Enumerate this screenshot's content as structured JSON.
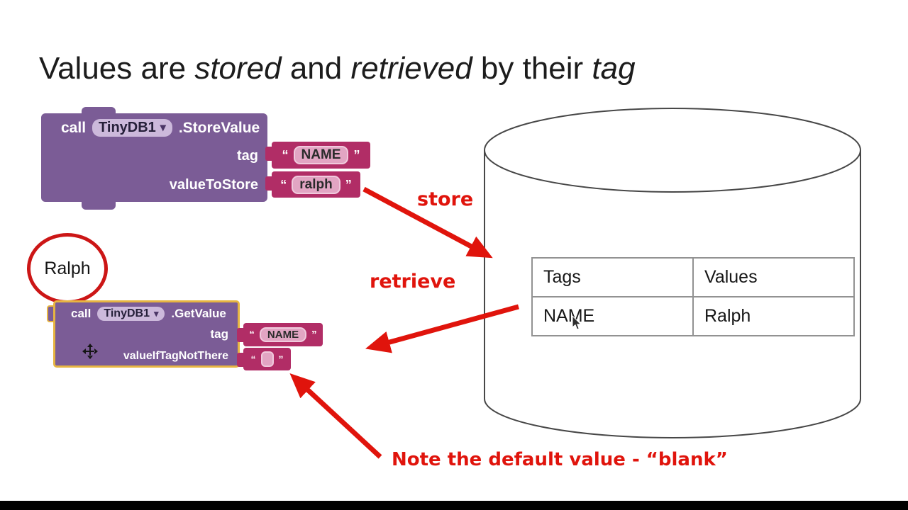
{
  "title": {
    "segments": [
      "Values are ",
      "stored",
      " and ",
      "retrieved",
      " by their ",
      "tag"
    ]
  },
  "blocks": {
    "store": {
      "call_label": "call",
      "component": "TinyDB1",
      "method": ".StoreValue",
      "param_tag": "tag",
      "param_value": "valueToStore",
      "tag_value": "NAME",
      "store_value": "ralph"
    },
    "get": {
      "call_label": "call",
      "component": "TinyDB1",
      "method": ".GetValue",
      "param_tag": "tag",
      "param_value": "valueIfTagNotThere",
      "tag_value": "NAME"
    },
    "dropdown_caret": "▾"
  },
  "quotes": {
    "open": "“",
    "close": "”"
  },
  "annotations": {
    "ralph_label": "Ralph",
    "store_label": "store",
    "retrieve_label": "retrieve",
    "note": "Note the default value - “blank”"
  },
  "database": {
    "headers": [
      "Tags",
      "Values"
    ],
    "rows": [
      [
        "NAME",
        "Ralph"
      ]
    ]
  },
  "colors": {
    "block_purple": "#7B5C96",
    "pill_lavender": "#CCB9DB",
    "value_magenta": "#B12D66",
    "pill_pink": "#E2A5C3",
    "selection_gold": "#E7B542",
    "annotation_red": "#E0140C",
    "table_border": "#929292",
    "cylinder_stroke": "#474747"
  }
}
